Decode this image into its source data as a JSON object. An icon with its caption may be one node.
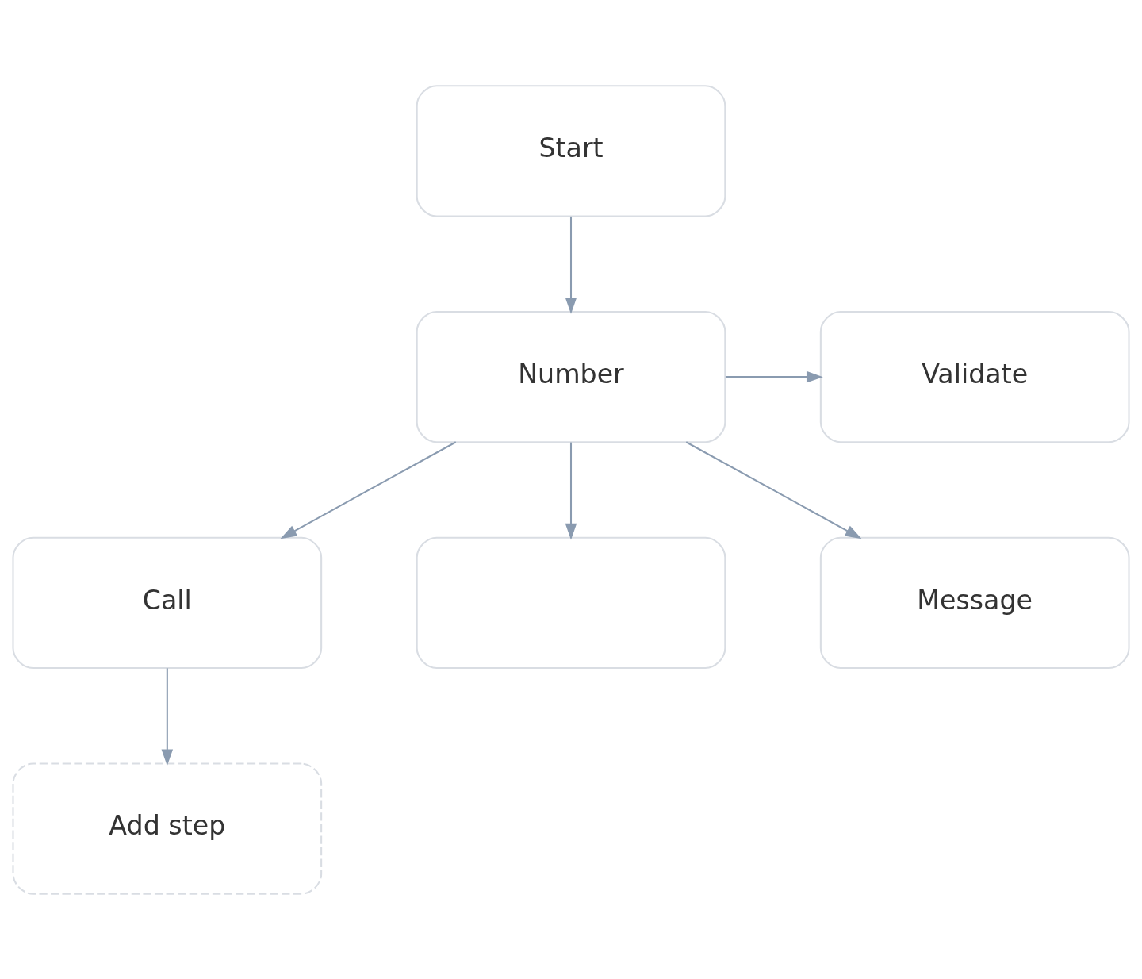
{
  "diagram": {
    "nodes": [
      {
        "text": [
          "Start"
        ]
      },
      {
        "text": [
          "Number"
        ]
      },
      {
        "text": [
          "Validate"
        ]
      },
      {
        "text": [
          "Call"
        ]
      },
      {
        "text": [],
        "shape": "box"
      },
      {
        "text": [
          "Message"
        ]
      },
      {
        "text": [
          "Add step"
        ]
      }
    ],
    "edges": [
      {
        "from": 0,
        "to": 1,
        "arrow": "to"
      },
      {
        "from": 1,
        "to": 2,
        "arrow": "to"
      },
      {
        "from": 1,
        "to": 3,
        "arrow": "to"
      },
      {
        "from": 1,
        "to": 4,
        "arrow": "to"
      },
      {
        "from": 1,
        "to": 5,
        "arrow": "to"
      },
      {
        "from": 3,
        "to": 6,
        "arrow": "to"
      }
    ]
  }
}
